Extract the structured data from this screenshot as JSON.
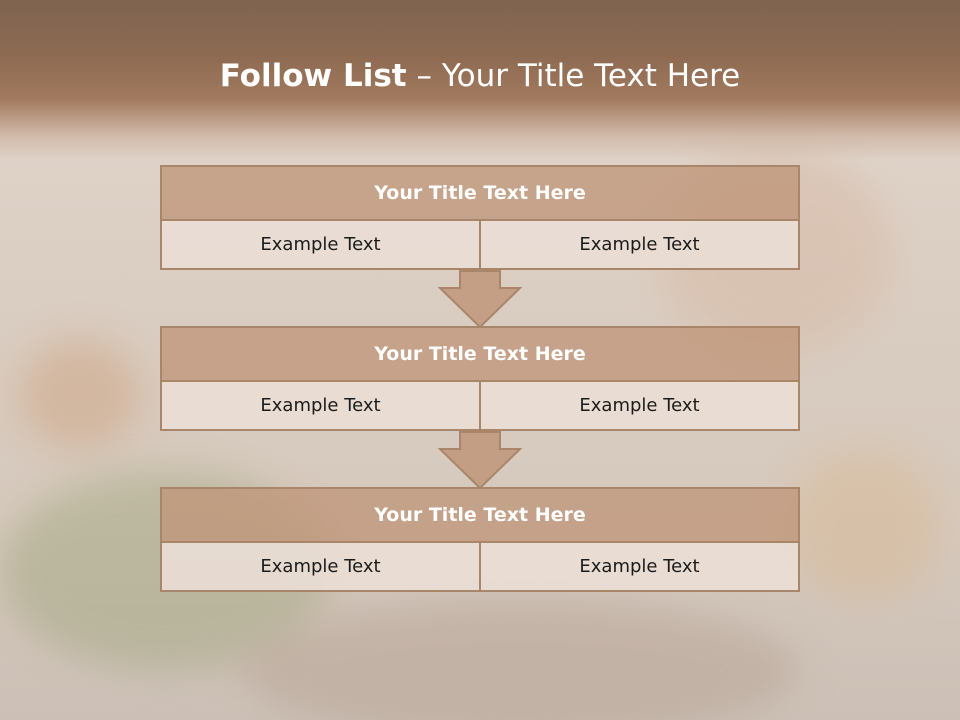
{
  "slide": {
    "title_strong": "Follow List",
    "title_sep": " – ",
    "title_rest": "Your Title Text Here"
  },
  "blocks": [
    {
      "title": "Your Title Text Here",
      "cells": [
        "Example Text",
        "Example Text"
      ]
    },
    {
      "title": "Your Title Text Here",
      "cells": [
        "Example Text",
        "Example Text"
      ]
    },
    {
      "title": "Your Title Text Here",
      "cells": [
        "Example Text",
        "Example Text"
      ]
    }
  ],
  "colors": {
    "header_band": "#8d6a52",
    "block_title_fill": "#bf967a",
    "block_border": "#a9866a",
    "cell_fill": "#e9ddd5"
  }
}
